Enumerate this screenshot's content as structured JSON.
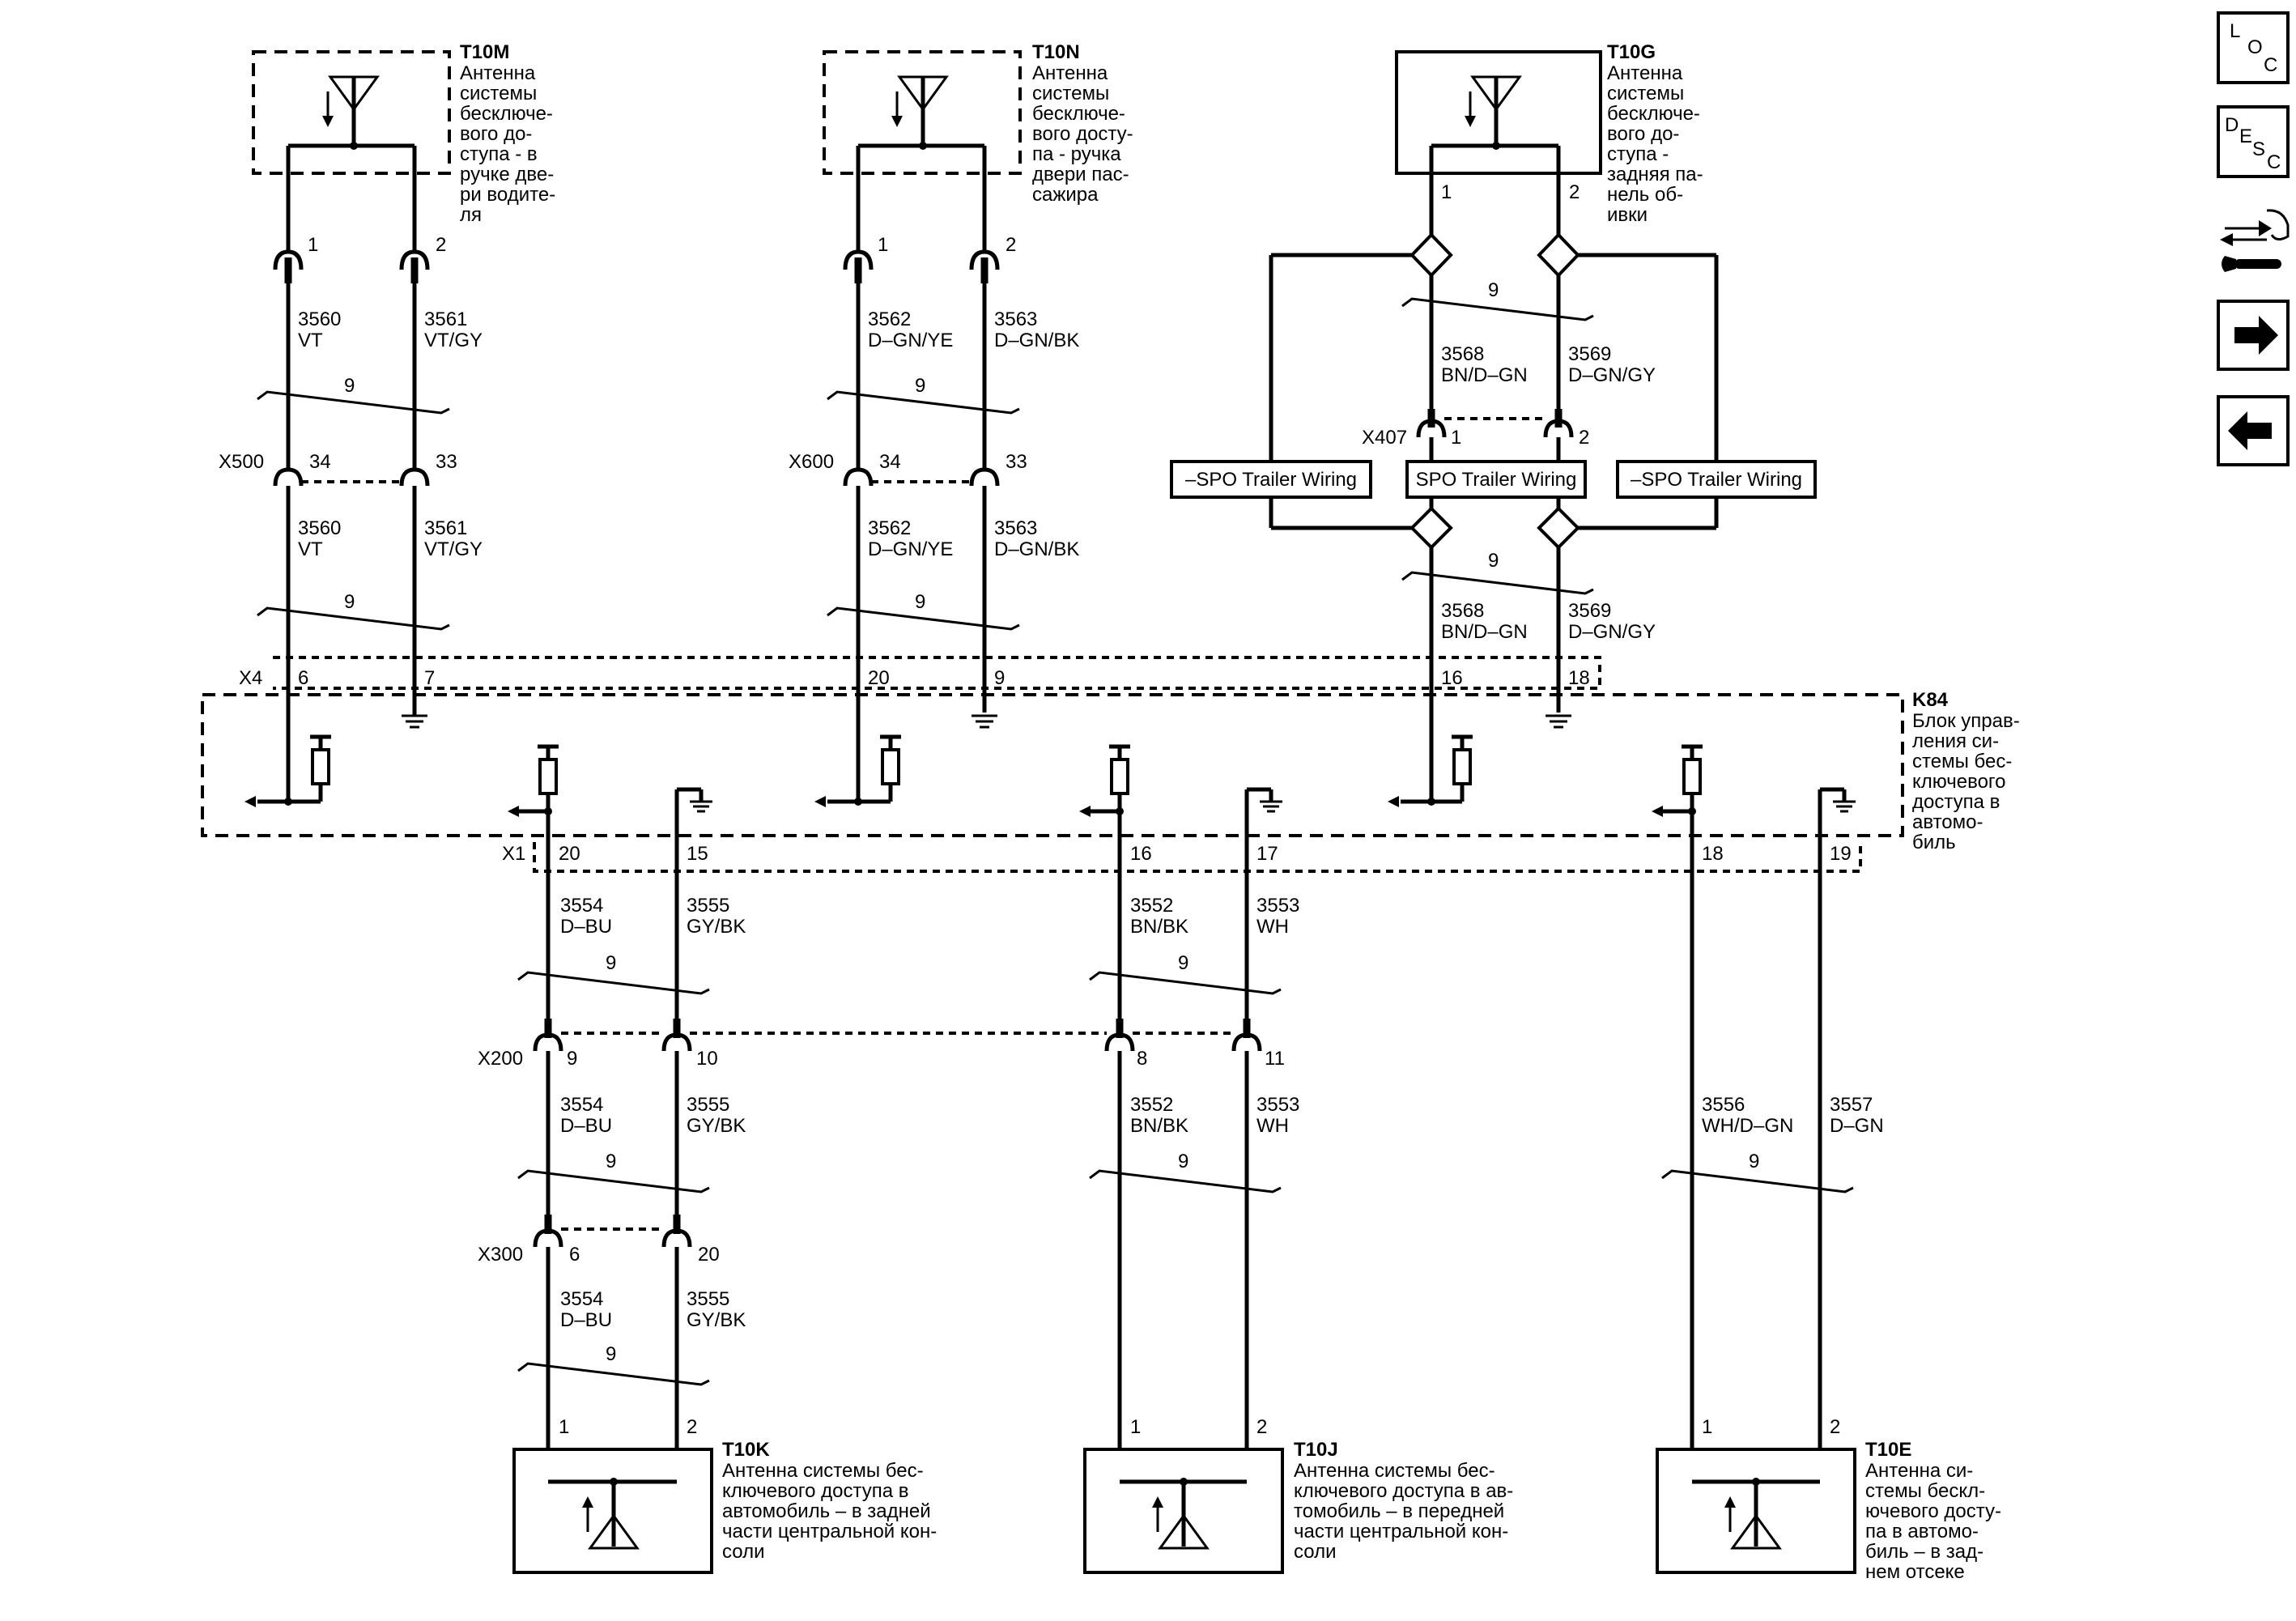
{
  "components": {
    "T10M": {
      "id": "T10M",
      "desc": [
        "Антенна",
        "системы",
        "бесключе-",
        "вого до-",
        "ступа - в",
        "ручке две-",
        "ри водите-",
        "ля"
      ]
    },
    "T10N": {
      "id": "T10N",
      "desc": [
        "Антенна",
        "системы",
        "бесключе-",
        "вого досту-",
        "па - ручка",
        "двери пас-",
        "сажира"
      ]
    },
    "T10G": {
      "id": "T10G",
      "desc": [
        "Антенна",
        "системы",
        "бесключе-",
        "вого до-",
        "ступа -",
        "задняя па-",
        "нель об-",
        "ивки"
      ]
    },
    "K84": {
      "id": "K84",
      "desc": [
        "Блок управ-",
        "ления си-",
        "стемы бес-",
        "ключевого",
        "доступа в",
        "автомо-",
        "биль"
      ]
    },
    "T10K": {
      "id": "T10K",
      "desc": [
        "Антенна системы бес-",
        "ключевого доступа в",
        "автомобиль – в задней",
        "части центральной кон-",
        "соли"
      ]
    },
    "T10J": {
      "id": "T10J",
      "desc": [
        "Антенна системы бес-",
        "ключевого доступа в ав-",
        "томобиль – в передней",
        "части центральной кон-",
        "соли"
      ]
    },
    "T10E": {
      "id": "T10E",
      "desc": [
        "Антенна си-",
        "стемы бескл-",
        "ючевого досту-",
        "па в автомо-",
        "биль – в зад-",
        "нем отсеке"
      ]
    }
  },
  "connectors": {
    "X500": "X500",
    "X600": "X600",
    "X407": "X407",
    "X4": "X4",
    "X1": "X1",
    "X200": "X200",
    "X300": "X300"
  },
  "pins": {
    "t10m_1": "1",
    "t10m_2": "2",
    "x500_34": "34",
    "x500_33": "33",
    "x4_6": "6",
    "x4_7": "7",
    "t10n_1": "1",
    "t10n_2": "2",
    "x600_34": "34",
    "x600_33": "33",
    "x4_20": "20",
    "x4_9": "9",
    "t10g_1": "1",
    "t10g_2": "2",
    "x407_1": "1",
    "x407_2": "2",
    "x4_16": "16",
    "x4_18": "18",
    "x1_20": "20",
    "x1_15": "15",
    "x1_16": "16",
    "x1_17": "17",
    "x1_18": "18",
    "x1_19": "19",
    "x200_9": "9",
    "x200_10": "10",
    "x200_8": "8",
    "x200_11": "11",
    "x300_6": "6",
    "x300_20": "20",
    "t10k_1": "1",
    "t10k_2": "2",
    "t10j_1": "1",
    "t10j_2": "2",
    "t10e_1": "1",
    "t10e_2": "2"
  },
  "wires": {
    "c3560": "3560",
    "vt": "VT",
    "c3561": "3561",
    "vtgy": "VT/GY",
    "c3562": "3562",
    "dgnye": "D–GN/YE",
    "c3563": "3563",
    "dgnbk": "D–GN/BK",
    "c3568": "3568",
    "bndgn": "BN/D–GN",
    "c3569": "3569",
    "dgngy": "D–GN/GY",
    "c3554": "3554",
    "dbu": "D–BU",
    "c3555": "3555",
    "gybk": "GY/BK",
    "c3552": "3552",
    "bnbk": "BN/BK",
    "c3553": "3553",
    "wh": "WH",
    "c3556": "3556",
    "whdgn": "WH/D–GN",
    "c3557": "3557",
    "dgn": "D–GN"
  },
  "twist_label": "9",
  "options": {
    "no_spo_left": "–SPO Trailer Wiring",
    "spo": "SPO Trailer Wiring",
    "no_spo_right": "–SPO Trailer Wiring"
  },
  "nav_buttons": {
    "loc": [
      "L",
      "O",
      "C"
    ],
    "desc": [
      "D",
      "E",
      "S",
      "C"
    ],
    "icons": [
      "connector-tool-icon",
      "arrow-right-icon",
      "arrow-left-icon"
    ]
  }
}
